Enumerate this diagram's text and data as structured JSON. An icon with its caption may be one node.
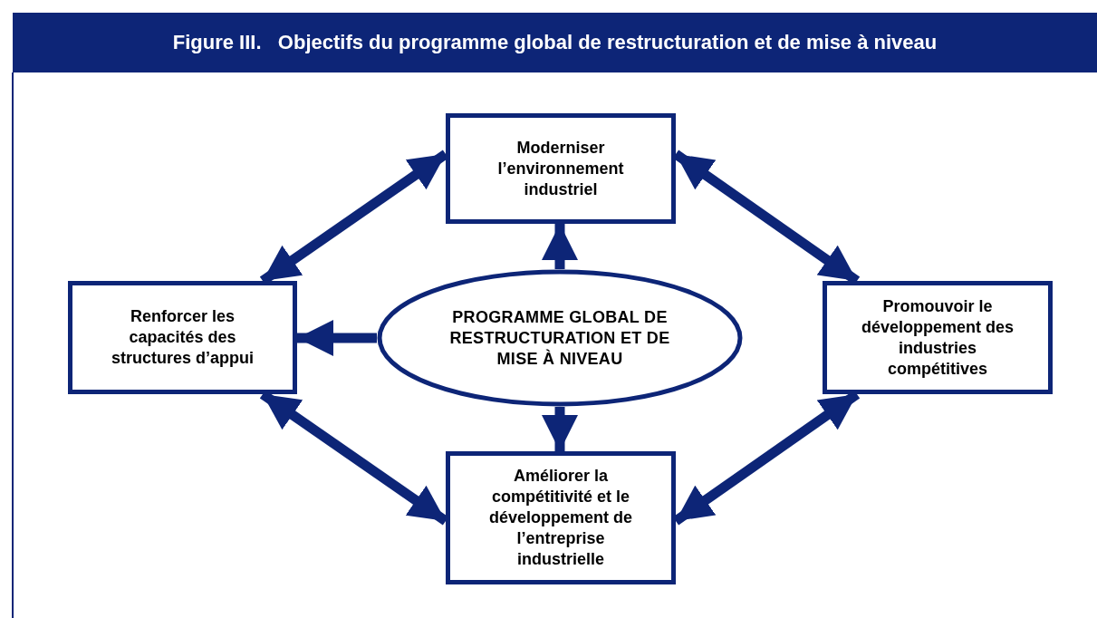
{
  "diagram": {
    "title": "Figure III.   Objectifs du programme global de restructuration et de mise à niveau",
    "nodes": [
      {
        "text": [
          "Moderniser l’environnement industriel"
        ]
      },
      {
        "text": [
          "Renforcer les capacités des structures d’appui"
        ]
      },
      {
        "text": [
          "PROGRAMME GLOBAL DE RESTRUCTURATION ET DE MISE À NIVEAU"
        ]
      },
      {
        "text": [
          "Promouvoir le développement des industries compétitives"
        ]
      },
      {
        "text": [
          "Améliorer la compétitivité et le développement de l’entreprise industrielle"
        ]
      }
    ],
    "edges": [
      {
        "from": 2,
        "to": 0,
        "arrow": "to"
      },
      {
        "from": 2,
        "to": 1,
        "arrow": "to"
      },
      {
        "from": 2,
        "to": 4,
        "arrow": "to"
      },
      {
        "from": 1,
        "to": 0,
        "arrow": "both"
      },
      {
        "from": 0,
        "to": 3,
        "arrow": "both"
      },
      {
        "from": 1,
        "to": 4,
        "arrow": "both"
      },
      {
        "from": 4,
        "to": 3,
        "arrow": "both"
      }
    ]
  }
}
